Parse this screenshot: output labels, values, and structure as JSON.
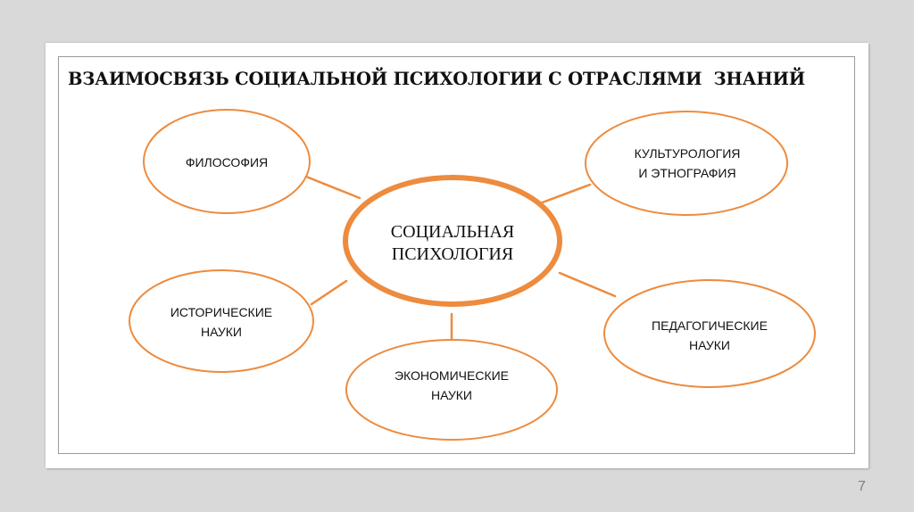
{
  "slide": {
    "title": "ВЗАИМОСВЯЗЬ СОЦИАЛЬНОЙ ПСИХОЛОГИИ С ОТРАСЛЯМИ  ЗНАНИЙ",
    "page_number": "7"
  },
  "diagram": {
    "type": "hub-and-spoke",
    "stroke_color": "#ED8B3E",
    "center": {
      "label": "СОЦИАЛЬНАЯ\nПСИХОЛОГИЯ"
    },
    "nodes": [
      {
        "id": "philosophy",
        "label": "ФИЛОСОФИЯ"
      },
      {
        "id": "culturology",
        "label": "КУЛЬТУРОЛОГИЯ\nИ ЭТНОГРАФИЯ"
      },
      {
        "id": "history",
        "label": "ИСТОРИЧЕСКИЕ\nНАУКИ"
      },
      {
        "id": "economics",
        "label": "ЭКОНОМИЧЕСКИЕ\nНАУКИ"
      },
      {
        "id": "pedagogy",
        "label": "ПЕДАГОГИЧЕСКИЕ\nНАУКИ"
      }
    ],
    "edges": [
      {
        "from": "center",
        "to": "philosophy"
      },
      {
        "from": "center",
        "to": "culturology"
      },
      {
        "from": "center",
        "to": "history"
      },
      {
        "from": "center",
        "to": "economics"
      },
      {
        "from": "center",
        "to": "pedagogy"
      }
    ]
  }
}
